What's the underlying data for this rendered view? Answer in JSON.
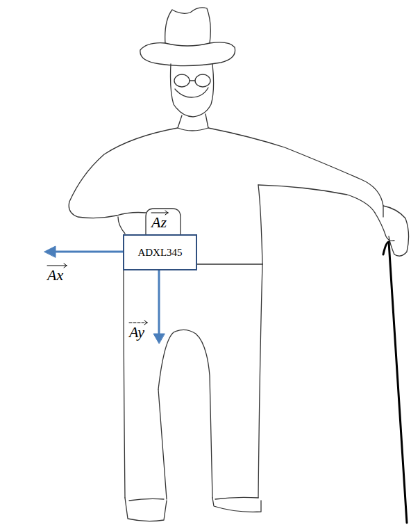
{
  "diagram": {
    "nodes": [
      {
        "text": [
          "ADXL345"
        ]
      }
    ],
    "edges": [],
    "labels": [
      "Az",
      "Ax",
      "Ay"
    ]
  }
}
